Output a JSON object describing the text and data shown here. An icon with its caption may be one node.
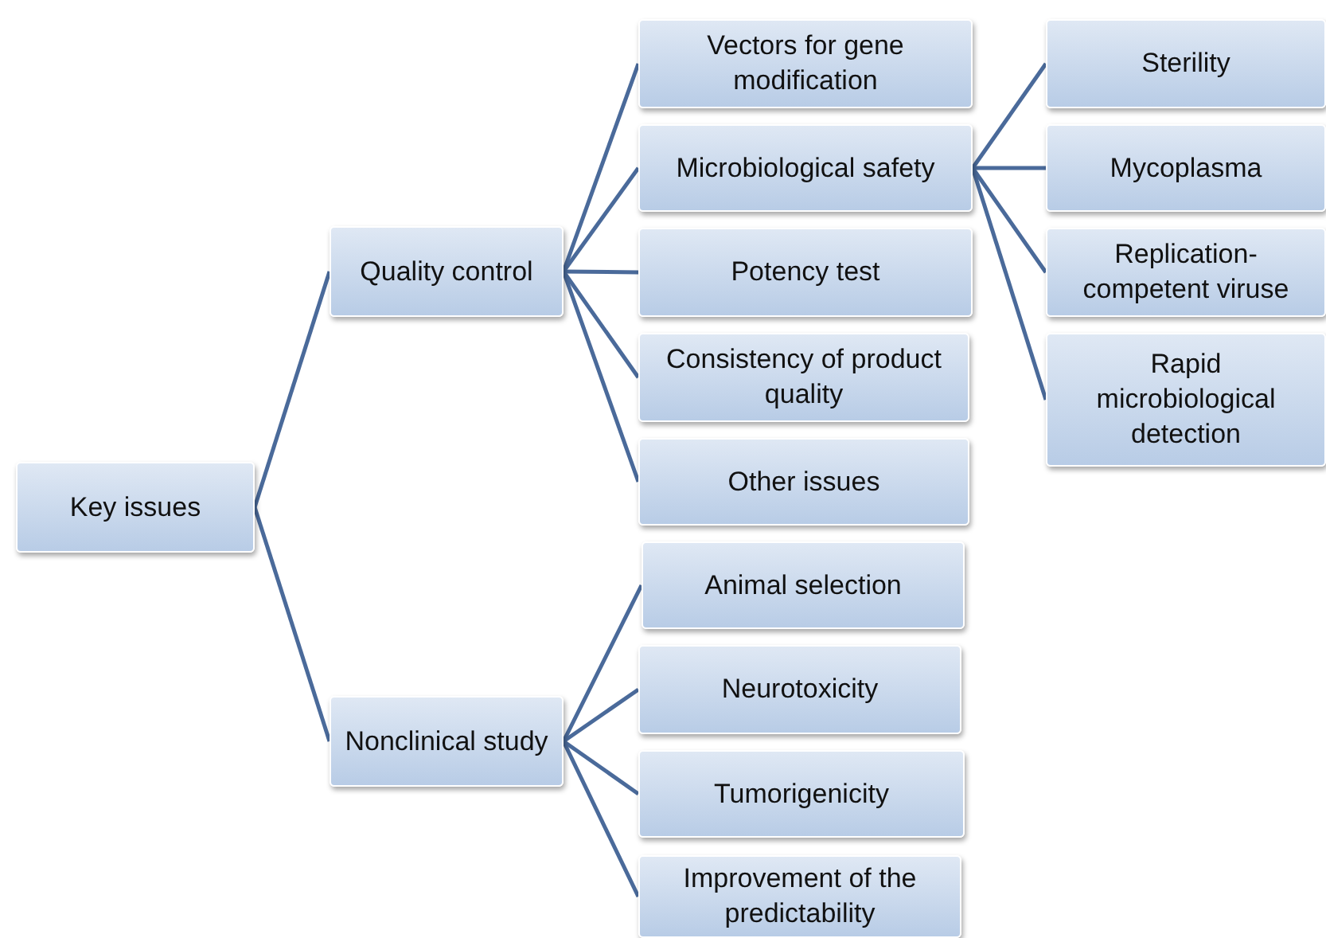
{
  "diagram": {
    "nodes": [
      {
        "text": [
          "Key issues"
        ]
      },
      {
        "text": [
          "Quality control"
        ]
      },
      {
        "text": [
          "Nonclinical study"
        ]
      },
      {
        "text": [
          "Vectors for gene modification"
        ]
      },
      {
        "text": [
          "Microbiological safety"
        ]
      },
      {
        "text": [
          "Potency test"
        ]
      },
      {
        "text": [
          "Consistency of product quality"
        ]
      },
      {
        "text": [
          "Other issues"
        ]
      },
      {
        "text": [
          "Sterility"
        ]
      },
      {
        "text": [
          "Mycoplasma"
        ]
      },
      {
        "text": [
          "Replication-competent viruse"
        ]
      },
      {
        "text": [
          "Rapid microbiological detection"
        ]
      },
      {
        "text": [
          "Animal selection"
        ]
      },
      {
        "text": [
          "Neurotoxicity"
        ]
      },
      {
        "text": [
          "Tumorigenicity"
        ]
      },
      {
        "text": [
          "Improvement of the predictability"
        ]
      }
    ],
    "edges": [
      {
        "from": 0,
        "to": 1,
        "arrow": "none"
      },
      {
        "from": 0,
        "to": 2,
        "arrow": "none"
      },
      {
        "from": 1,
        "to": 3,
        "arrow": "none"
      },
      {
        "from": 1,
        "to": 4,
        "arrow": "none"
      },
      {
        "from": 1,
        "to": 5,
        "arrow": "none"
      },
      {
        "from": 1,
        "to": 6,
        "arrow": "none"
      },
      {
        "from": 1,
        "to": 7,
        "arrow": "none"
      },
      {
        "from": 4,
        "to": 8,
        "arrow": "none"
      },
      {
        "from": 4,
        "to": 9,
        "arrow": "none"
      },
      {
        "from": 4,
        "to": 10,
        "arrow": "none"
      },
      {
        "from": 4,
        "to": 11,
        "arrow": "none"
      },
      {
        "from": 2,
        "to": 12,
        "arrow": "none"
      },
      {
        "from": 2,
        "to": 13,
        "arrow": "none"
      },
      {
        "from": 2,
        "to": 14,
        "arrow": "none"
      },
      {
        "from": 2,
        "to": 15,
        "arrow": "none"
      }
    ]
  }
}
